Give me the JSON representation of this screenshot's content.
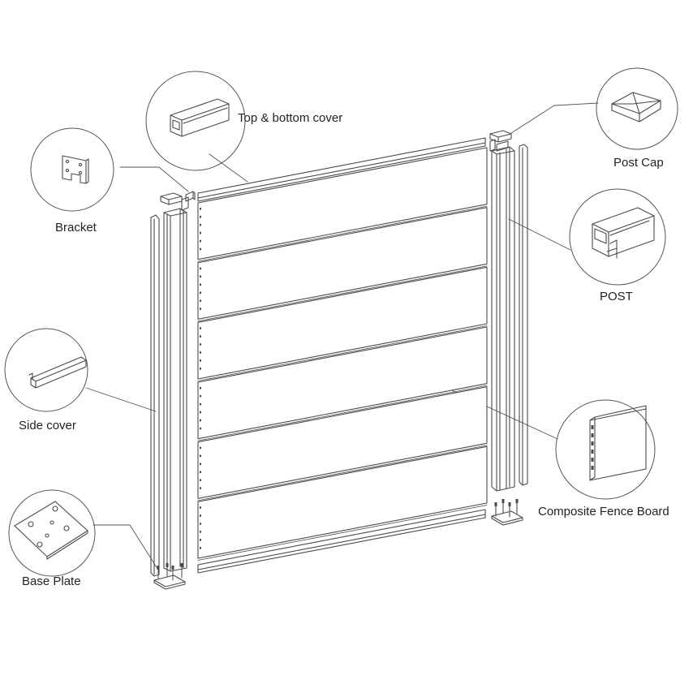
{
  "labels": {
    "top_bottom_cover": "Top & bottom cover",
    "post_cap": "Post Cap",
    "bracket": "Bracket",
    "post": "POST",
    "side_cover": "Side cover",
    "composite_fence_board": "Composite Fence Board",
    "base_plate": "Base Plate"
  },
  "colors": {
    "line": "#4a4a4a",
    "fill": "#ffffff",
    "text": "#222222"
  },
  "boards": {
    "count": 6
  }
}
